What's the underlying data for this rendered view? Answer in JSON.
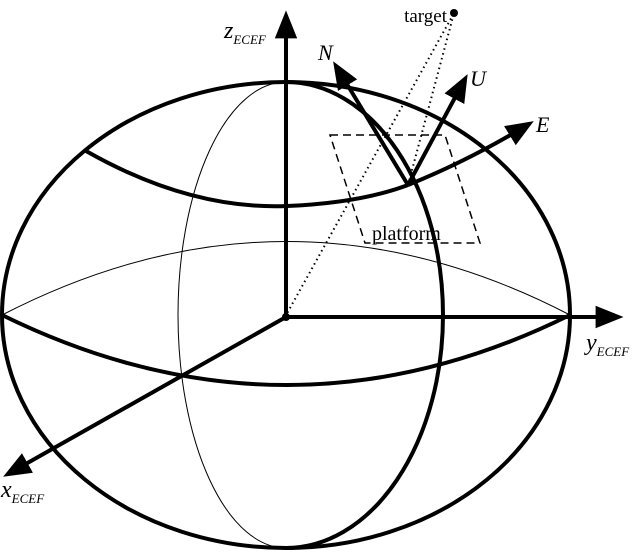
{
  "diagram": {
    "axes": {
      "z": {
        "symbol": "z",
        "subscript": "ECEF"
      },
      "y": {
        "symbol": "y",
        "subscript": "ECEF"
      },
      "x": {
        "symbol": "x",
        "subscript": "ECEF"
      }
    },
    "local_frame": {
      "north": "N",
      "up": "U",
      "east": "E"
    },
    "target_label": "target",
    "platform_label": "platform",
    "colors": {
      "ink": "#000000",
      "background": "#ffffff"
    }
  }
}
